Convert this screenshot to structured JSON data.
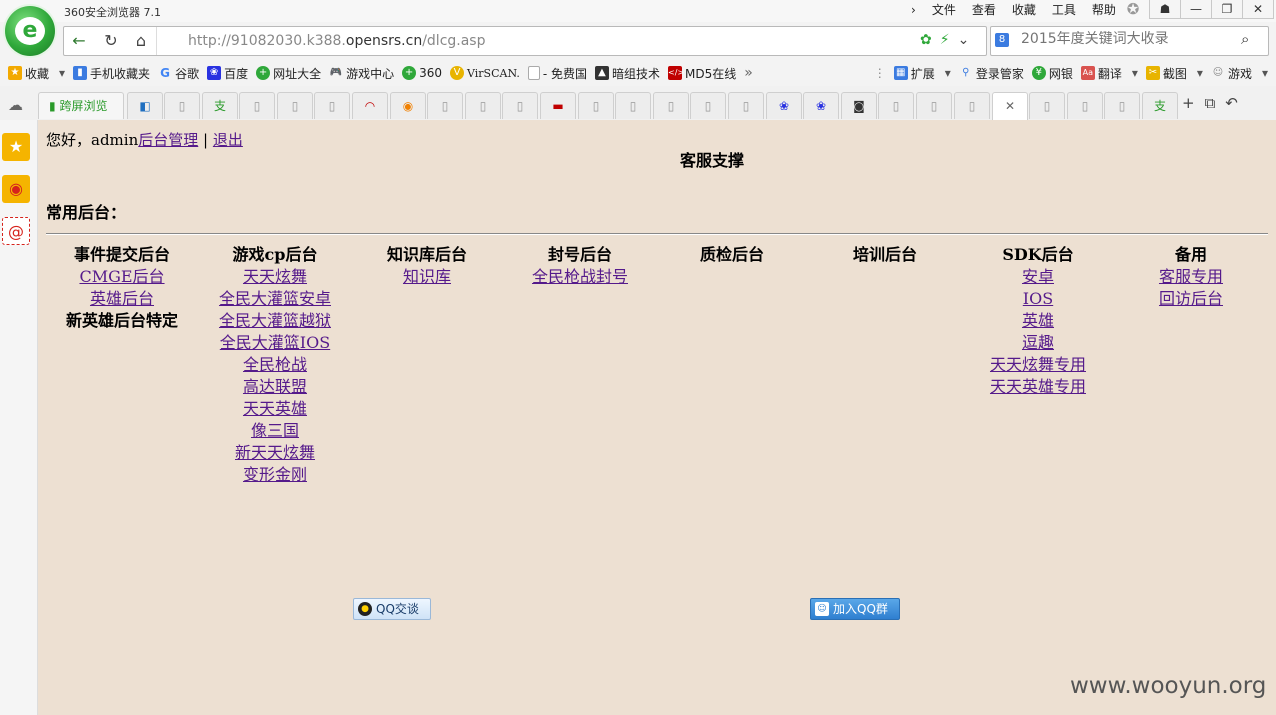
{
  "browser": {
    "title": "360安全浏览器 7.1",
    "menu": [
      "文件",
      "查看",
      "收藏",
      "工具",
      "帮助"
    ],
    "window_controls": [
      "☗",
      "—",
      "❐",
      "✕"
    ],
    "address": {
      "scheme_host_prefix": "http://91082030.k388.",
      "domain": "opensrs.cn",
      "path": "/dlcg.asp"
    },
    "search_placeholder": "2015年度关键词大收录",
    "bookmarks": [
      {
        "label": "收藏",
        "icon": "star-icon",
        "color": "#f2a900"
      },
      {
        "label": "手机收藏夹",
        "icon": "phone-icon",
        "color": "#3b7be0"
      },
      {
        "label": "谷歌",
        "icon": "google-icon",
        "color": "#4285f4"
      },
      {
        "label": "百度",
        "icon": "baidu-paw-icon",
        "color": "#2932e1"
      },
      {
        "label": "网址大全",
        "icon": "360-icon",
        "color": "#2fa83a"
      },
      {
        "label": "游戏中心",
        "icon": "gamepad-icon",
        "color": "#666666"
      },
      {
        "label": "360",
        "icon": "360-icon",
        "color": "#2fa83a"
      },
      {
        "label": "VirSCAN.",
        "icon": "virscan-icon",
        "color": "#e8b400"
      },
      {
        "label": "- 免费国",
        "icon": "page-icon",
        "color": "#aaaaaa"
      },
      {
        "label": "暗组技术",
        "icon": "hat-icon",
        "color": "#333333"
      },
      {
        "label": "MD5在线",
        "icon": "md5-icon",
        "color": "#c00000"
      }
    ],
    "bookmarks_right": [
      {
        "label": "扩展",
        "icon": "extension-icon",
        "color": "#3b7be0"
      },
      {
        "label": "登录管家",
        "icon": "key-icon",
        "color": "#3b7be0"
      },
      {
        "label": "网银",
        "icon": "bank-icon",
        "color": "#2fa83a"
      },
      {
        "label": "翻译",
        "icon": "translate-icon",
        "color": "#d9534f"
      },
      {
        "label": "截图",
        "icon": "scissors-icon",
        "color": "#e8b400"
      },
      {
        "label": "游戏",
        "icon": "game-icon",
        "color": "#888888"
      }
    ],
    "tabs_first": "跨屏浏览"
  },
  "page": {
    "greeting_prefix": "您好，admin",
    "admin_link": "后台管理",
    "separator": "|",
    "logout": "退出",
    "title": "客服支撑",
    "section": "常用后台：",
    "columns": [
      {
        "heading": "事件提交后台",
        "links": [
          "CMGE后台",
          "英雄后台"
        ],
        "plain": [
          "新英雄后台特定"
        ]
      },
      {
        "heading": "游戏cp后台",
        "links": [
          "天天炫舞",
          "全民大灌篮安卓",
          "全民大灌篮越狱",
          "全民大灌篮IOS",
          "全民枪战",
          "高达联盟",
          "天天英雄",
          "像三国",
          "新天天炫舞",
          "变形金刚"
        ]
      },
      {
        "heading": "知识库后台",
        "links": [
          "知识库"
        ]
      },
      {
        "heading": "封号后台",
        "links": [
          "全民枪战封号"
        ]
      },
      {
        "heading": "质检后台",
        "links": []
      },
      {
        "heading": "培训后台",
        "links": []
      },
      {
        "heading": "SDK后台",
        "links": [
          "安卓",
          "IOS",
          "英雄",
          "逗趣",
          "天天炫舞专用",
          "天天英雄专用"
        ]
      },
      {
        "heading": "备用",
        "links": [
          "客服专用",
          "回访后台"
        ]
      }
    ],
    "qq_chat": "QQ交谈",
    "qq_group": "加入QQ群",
    "watermark": "www.wooyun.org"
  }
}
